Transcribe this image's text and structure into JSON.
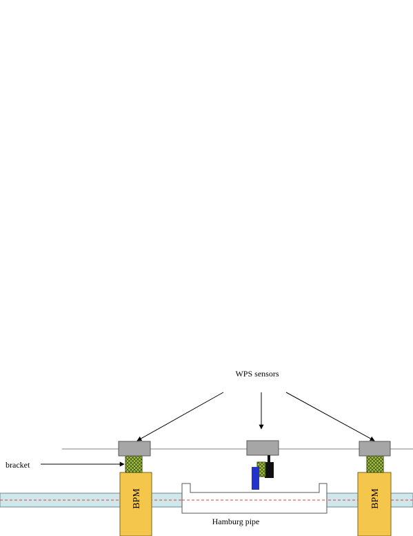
{
  "diagram": {
    "labels": {
      "wps_sensors": "WPS sensors",
      "bracket": "bracket",
      "bpm_left": "BPM",
      "bpm_right": "BPM",
      "hamburg_pipe": "Hamburg pipe"
    },
    "colors": {
      "beam_pipe": "#cfe6ea",
      "beam_line": "#e23b3b",
      "sensor": "#a6a6a6",
      "bpm": "#f4c64b",
      "bracket": "#a8c63d",
      "blue_block": "#2233cc",
      "black_block": "#111111",
      "wire": "#9a9a9a"
    }
  }
}
